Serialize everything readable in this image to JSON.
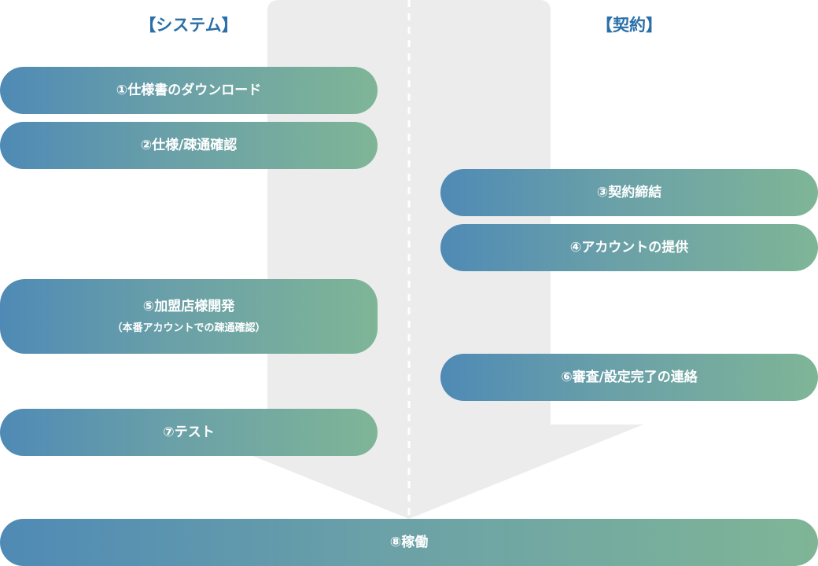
{
  "headers": {
    "system": "【システム】",
    "contract": "【契約】"
  },
  "steps": [
    {
      "label": "①仕様書のダウンロード"
    },
    {
      "label": "②仕様/疎通確認"
    },
    {
      "label": "③契約締結"
    },
    {
      "label": "④アカウントの提供"
    },
    {
      "label": "⑤加盟店様開発",
      "sub": "（本番アカウントでの疎通確認）"
    },
    {
      "label": "⑥審査/設定完了の連絡"
    },
    {
      "label": "⑦テスト"
    },
    {
      "label": "⑧稼働"
    }
  ],
  "colors": {
    "header_text": "#2a6fa8",
    "arrow_fill": "#ececec",
    "divider": "#ffffff",
    "pill_gradient_start": "#4f8ab5",
    "pill_gradient_end": "#7fb596",
    "pill_text": "#ffffff"
  }
}
